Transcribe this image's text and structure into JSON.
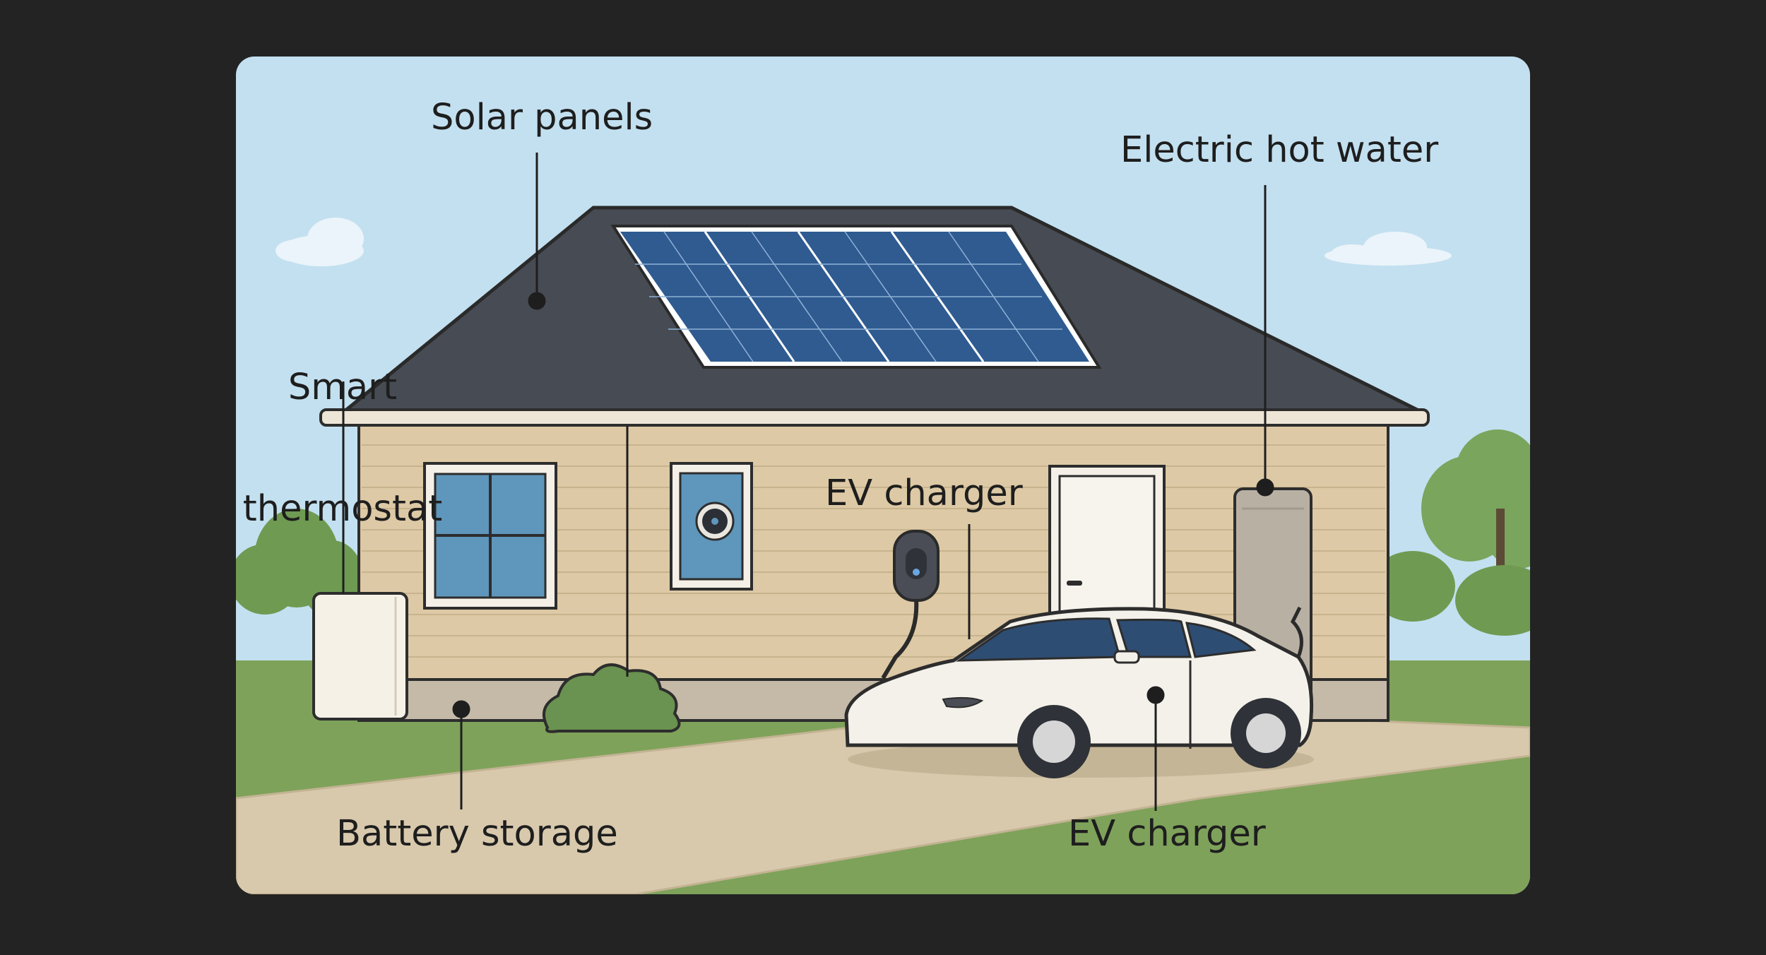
{
  "labels": {
    "solar_panels": "Solar panels",
    "electric_hot_water": "Electric hot water",
    "smart_thermostat_line1": "Smart",
    "smart_thermostat_line2": "thermostat",
    "ev_charger_wall": "EV charger",
    "battery_storage": "Battery storage",
    "ev_charger_car": "EV charger"
  },
  "colors": {
    "background": "#232323",
    "sky": "#c3e0f0",
    "roof": "#474c54",
    "solar_panel": "#2f5b91",
    "siding": "#ddc9a5",
    "grass": "#7ea25a",
    "driveway": "#d8c9ad",
    "car": "#f4f1ea",
    "battery": "#f5f1e6",
    "water_heater": "#b9b0a4",
    "window": "#5f96bb"
  },
  "icons": [
    "solar-panel-icon",
    "battery-icon",
    "thermostat-icon",
    "ev-charger-icon",
    "water-heater-icon",
    "car-icon",
    "house-icon"
  ]
}
